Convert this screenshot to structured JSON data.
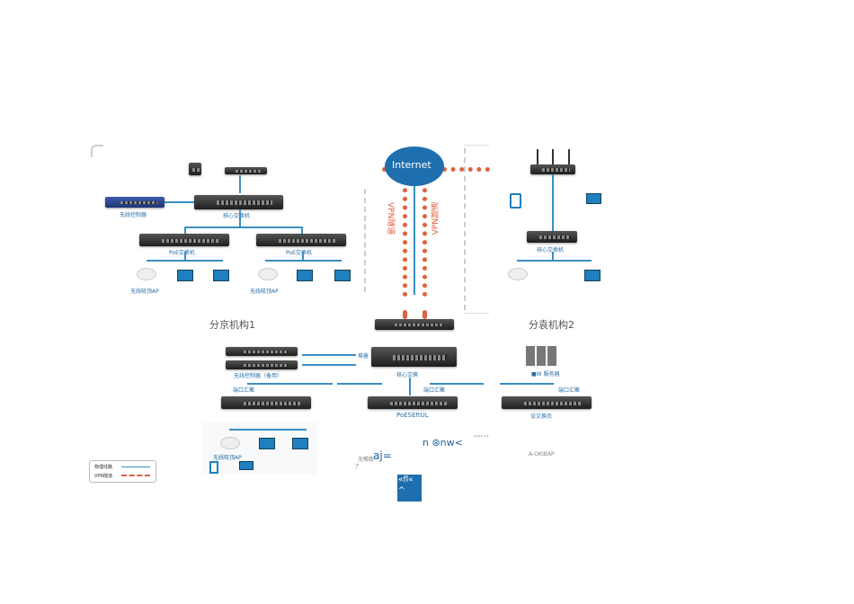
{
  "branch1": {
    "controller": "无线控制器",
    "core": "核心交换机",
    "poe1": "PoE交换机",
    "poe2": "PoE交换机",
    "ap1": "无线吸顶AP",
    "ap2": "无线吸顶AP",
    "title": "分京机构1"
  },
  "internet": {
    "label": "Internet",
    "vpn1": "VPN隧道",
    "vpn2": "VPN隧道"
  },
  "branch2": {
    "core": "核心交换机",
    "title": "分袁机构2"
  },
  "hq": {
    "stack": "堆叠",
    "controller_backup": "无线控制器（备用）",
    "core": "核心交换",
    "agg1": "端口汇聚",
    "agg2": "端口汇聚",
    "agg3": "端口汇聚",
    "poe": "PoESEftUL",
    "server": "■W 服务器",
    "switch3": "设文换衣",
    "ap": "无线吸顶AP",
    "ocr1": "n ⊛nw<",
    "ocr2": "**** **",
    "ocr3": "无暢敬",
    "ocr4": "aj=",
    "ocr5": "了",
    "ocr6": "A-OKIBAP",
    "box_text1": "«fl«",
    "box_text2": "^"
  },
  "legend": {
    "physical": "物理线路",
    "vpn": "VPN隧道"
  },
  "colors": {
    "line": "#3a8fc2",
    "vpn": "#e0613f",
    "internet": "#1f6fae"
  }
}
